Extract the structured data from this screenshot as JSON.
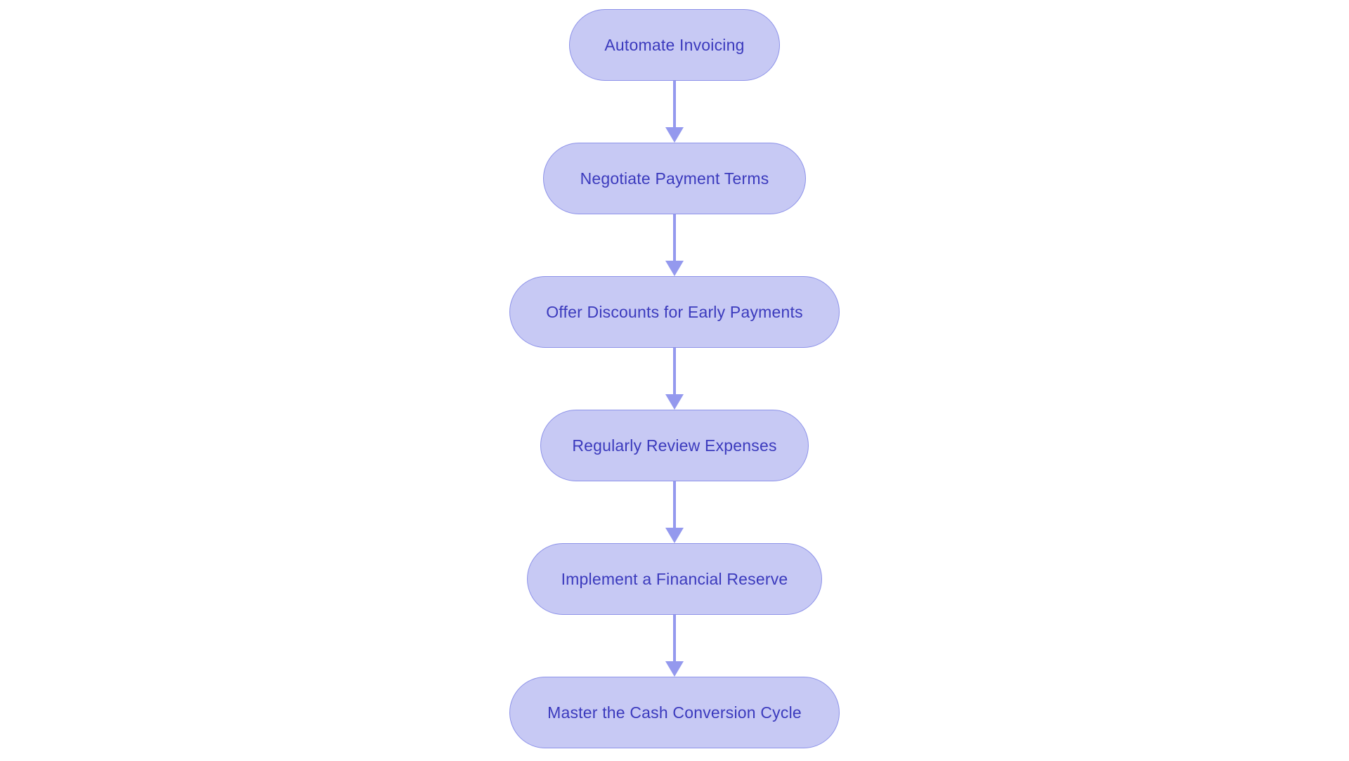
{
  "diagram": {
    "type": "flowchart",
    "direction": "top-down",
    "nodes": [
      {
        "id": 1,
        "label": "Automate Invoicing"
      },
      {
        "id": 2,
        "label": "Negotiate Payment Terms"
      },
      {
        "id": 3,
        "label": "Offer Discounts for Early Payments"
      },
      {
        "id": 4,
        "label": "Regularly Review Expenses"
      },
      {
        "id": 5,
        "label": "Implement a Financial Reserve"
      },
      {
        "id": 6,
        "label": "Master the Cash Conversion Cycle"
      }
    ],
    "edges": [
      {
        "from": 1,
        "to": 2
      },
      {
        "from": 2,
        "to": 3
      },
      {
        "from": 3,
        "to": 4
      },
      {
        "from": 4,
        "to": 5
      },
      {
        "from": 5,
        "to": 6
      }
    ]
  },
  "colors": {
    "background": "#ffffff",
    "node_fill": "#c7c9f4",
    "node_border": "#8d92e9",
    "node_text": "#3b3abd",
    "arrow": "#9499ee"
  }
}
